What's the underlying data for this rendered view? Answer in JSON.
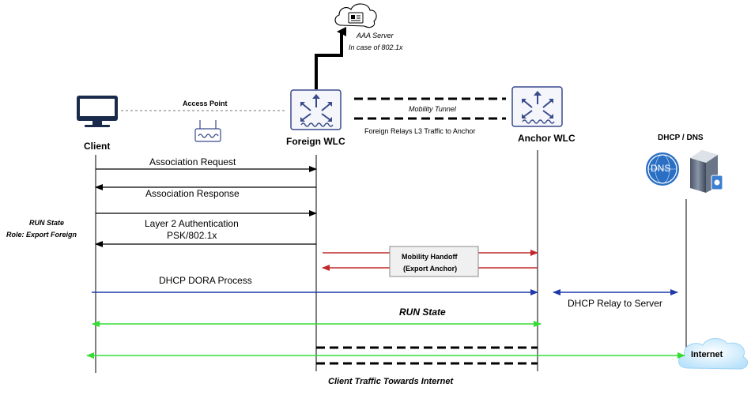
{
  "nodes": {
    "client": "Client",
    "access_point": "Access Point",
    "foreign_wlc": "Foreign WLC",
    "anchor_wlc": "Anchor WLC",
    "dhcp_dns": "DHCP / DNS",
    "dns_badge": "DNS",
    "internet": "Internet",
    "aaa_server": "AAA Server",
    "aaa_note": "In case of 802.1x"
  },
  "links": {
    "mobility_tunnel": "Mobility Tunnel",
    "foreign_relays": "Foreign Relays L3 Traffic to Anchor"
  },
  "messages": {
    "assoc_request": "Association Request",
    "assoc_response": "Association Response",
    "l2_auth": "Layer 2 Authentication",
    "psk": "PSK/802.1x",
    "mobility_handoff": "Mobility Handoff",
    "export_anchor": "(Export Anchor)",
    "dhcp_dora": "DHCP DORA Process",
    "dhcp_relay": "DHCP Relay to Server",
    "run_state": "RUN State",
    "client_traffic": "Client Traffic Towards Internet"
  },
  "client_state": {
    "run_state": "RUN State",
    "role": "Role: Export Foreign"
  },
  "colors": {
    "black": "#000000",
    "red": "#c0282a",
    "blue": "#1f3aa8",
    "green": "#33dd33",
    "device_border": "#3a4a8a",
    "device_fill": "#f4f6fc",
    "dns_blue": "#2a6fc4",
    "cloud": "#d6efff"
  }
}
